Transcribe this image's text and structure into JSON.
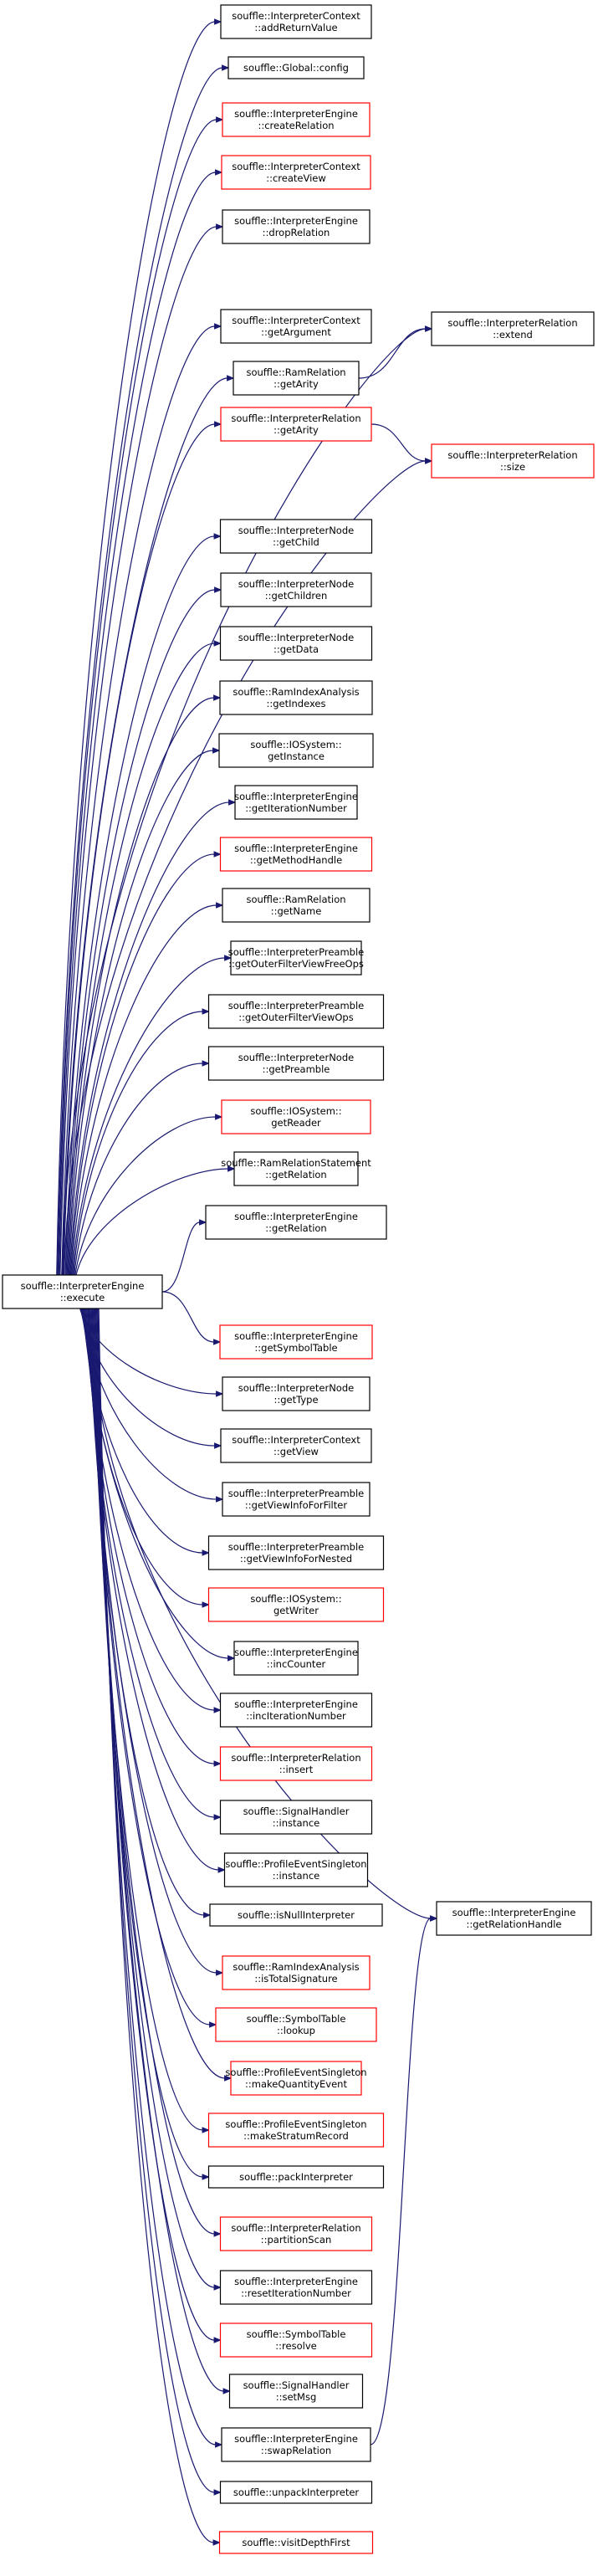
{
  "colors": {
    "edge": "#191970",
    "normal_border": "#000000",
    "red_border": "#ff0000",
    "root_fill": "#bfbfbf"
  },
  "nodes": [
    {
      "id": "root",
      "lines": [
        "souffle::InterpreterEngine",
        "::execute"
      ],
      "style": "root"
    },
    {
      "id": "n1",
      "lines": [
        "souffle::InterpreterContext",
        "::addReturnValue"
      ],
      "style": "normal"
    },
    {
      "id": "n2",
      "lines": [
        "souffle::Global::config"
      ],
      "style": "normal"
    },
    {
      "id": "n3",
      "lines": [
        "souffle::InterpreterEngine",
        "::createRelation"
      ],
      "style": "red"
    },
    {
      "id": "n4",
      "lines": [
        "souffle::InterpreterContext",
        "::createView"
      ],
      "style": "red"
    },
    {
      "id": "n5",
      "lines": [
        "souffle::InterpreterEngine",
        "::dropRelation"
      ],
      "style": "normal"
    },
    {
      "id": "n6",
      "lines": [
        "souffle::InterpreterContext",
        "::getArgument"
      ],
      "style": "normal"
    },
    {
      "id": "n7",
      "lines": [
        "souffle::RamRelation",
        "::getArity"
      ],
      "style": "normal"
    },
    {
      "id": "n8",
      "lines": [
        "souffle::InterpreterRelation",
        "::getArity"
      ],
      "style": "red"
    },
    {
      "id": "n9",
      "lines": [
        "souffle::InterpreterNode",
        "::getChild"
      ],
      "style": "normal"
    },
    {
      "id": "n10",
      "lines": [
        "souffle::InterpreterNode",
        "::getChildren"
      ],
      "style": "normal"
    },
    {
      "id": "n11",
      "lines": [
        "souffle::InterpreterNode",
        "::getData"
      ],
      "style": "normal"
    },
    {
      "id": "n12",
      "lines": [
        "souffle::RamIndexAnalysis",
        "::getIndexes"
      ],
      "style": "normal"
    },
    {
      "id": "n13",
      "lines": [
        "souffle::IOSystem::",
        "getInstance"
      ],
      "style": "normal"
    },
    {
      "id": "n14",
      "lines": [
        "souffle::InterpreterEngine",
        "::getIterationNumber"
      ],
      "style": "normal"
    },
    {
      "id": "n15",
      "lines": [
        "souffle::InterpreterEngine",
        "::getMethodHandle"
      ],
      "style": "red"
    },
    {
      "id": "n16",
      "lines": [
        "souffle::RamRelation",
        "::getName"
      ],
      "style": "normal"
    },
    {
      "id": "n17",
      "lines": [
        "souffle::InterpreterPreamble",
        "::getOuterFilterViewFreeOps"
      ],
      "style": "normal"
    },
    {
      "id": "n18",
      "lines": [
        "souffle::InterpreterPreamble",
        "::getOuterFilterViewOps"
      ],
      "style": "normal"
    },
    {
      "id": "n19",
      "lines": [
        "souffle::InterpreterNode",
        "::getPreamble"
      ],
      "style": "normal"
    },
    {
      "id": "n20",
      "lines": [
        "souffle::IOSystem::",
        "getReader"
      ],
      "style": "red"
    },
    {
      "id": "n21",
      "lines": [
        "souffle::RamRelationStatement",
        "::getRelation"
      ],
      "style": "normal"
    },
    {
      "id": "n22",
      "lines": [
        "souffle::InterpreterEngine",
        "::getRelation"
      ],
      "style": "normal"
    },
    {
      "id": "n23",
      "lines": [
        "souffle::InterpreterEngine",
        "::getSymbolTable"
      ],
      "style": "red"
    },
    {
      "id": "n24",
      "lines": [
        "souffle::InterpreterNode",
        "::getType"
      ],
      "style": "normal"
    },
    {
      "id": "n25",
      "lines": [
        "souffle::InterpreterContext",
        "::getView"
      ],
      "style": "normal"
    },
    {
      "id": "n26",
      "lines": [
        "souffle::InterpreterPreamble",
        "::getViewInfoForFilter"
      ],
      "style": "normal"
    },
    {
      "id": "n27",
      "lines": [
        "souffle::InterpreterPreamble",
        "::getViewInfoForNested"
      ],
      "style": "normal"
    },
    {
      "id": "n28",
      "lines": [
        "souffle::IOSystem::",
        "getWriter"
      ],
      "style": "red"
    },
    {
      "id": "n29",
      "lines": [
        "souffle::InterpreterEngine",
        "::incCounter"
      ],
      "style": "normal"
    },
    {
      "id": "n30",
      "lines": [
        "souffle::InterpreterEngine",
        "::incIterationNumber"
      ],
      "style": "normal"
    },
    {
      "id": "n31",
      "lines": [
        "souffle::InterpreterRelation",
        "::insert"
      ],
      "style": "red"
    },
    {
      "id": "n32",
      "lines": [
        "souffle::SignalHandler",
        "::instance"
      ],
      "style": "normal"
    },
    {
      "id": "n33",
      "lines": [
        "souffle::ProfileEventSingleton",
        "::instance"
      ],
      "style": "normal"
    },
    {
      "id": "n34",
      "lines": [
        "souffle::isNullInterpreter"
      ],
      "style": "normal"
    },
    {
      "id": "n35",
      "lines": [
        "souffle::RamIndexAnalysis",
        "::isTotalSignature"
      ],
      "style": "red"
    },
    {
      "id": "n36",
      "lines": [
        "souffle::SymbolTable",
        "::lookup"
      ],
      "style": "red"
    },
    {
      "id": "n37",
      "lines": [
        "souffle::ProfileEventSingleton",
        "::makeQuantityEvent"
      ],
      "style": "red"
    },
    {
      "id": "n38",
      "lines": [
        "souffle::ProfileEventSingleton",
        "::makeStratumRecord"
      ],
      "style": "red"
    },
    {
      "id": "n39",
      "lines": [
        "souffle::packInterpreter"
      ],
      "style": "normal"
    },
    {
      "id": "n40",
      "lines": [
        "souffle::InterpreterRelation",
        "::partitionScan"
      ],
      "style": "red"
    },
    {
      "id": "n41",
      "lines": [
        "souffle::InterpreterEngine",
        "::resetIterationNumber"
      ],
      "style": "normal"
    },
    {
      "id": "n42",
      "lines": [
        "souffle::SymbolTable",
        "::resolve"
      ],
      "style": "red"
    },
    {
      "id": "n43",
      "lines": [
        "souffle::SignalHandler",
        "::setMsg"
      ],
      "style": "normal"
    },
    {
      "id": "n44",
      "lines": [
        "souffle::InterpreterEngine",
        "::swapRelation"
      ],
      "style": "normal"
    },
    {
      "id": "n45",
      "lines": [
        "souffle::unpackInterpreter"
      ],
      "style": "normal"
    },
    {
      "id": "n46",
      "lines": [
        "souffle::visitDepthFirst"
      ],
      "style": "red"
    },
    {
      "id": "extend",
      "lines": [
        "souffle::InterpreterRelation",
        "::extend"
      ],
      "style": "normal"
    },
    {
      "id": "size",
      "lines": [
        "souffle::InterpreterRelation",
        "::size"
      ],
      "style": "red"
    },
    {
      "id": "grh",
      "lines": [
        "souffle::InterpreterEngine",
        "::getRelationHandle"
      ],
      "style": "normal"
    }
  ],
  "edges": [
    [
      "root",
      "n1"
    ],
    [
      "root",
      "n2"
    ],
    [
      "root",
      "n3"
    ],
    [
      "root",
      "n4"
    ],
    [
      "root",
      "n5"
    ],
    [
      "root",
      "extend"
    ],
    [
      "root",
      "n6"
    ],
    [
      "root",
      "n7"
    ],
    [
      "root",
      "n8"
    ],
    [
      "root",
      "size"
    ],
    [
      "root",
      "n9"
    ],
    [
      "root",
      "n10"
    ],
    [
      "root",
      "n11"
    ],
    [
      "root",
      "n12"
    ],
    [
      "root",
      "n13"
    ],
    [
      "root",
      "n14"
    ],
    [
      "root",
      "n15"
    ],
    [
      "root",
      "n16"
    ],
    [
      "root",
      "n17"
    ],
    [
      "root",
      "n18"
    ],
    [
      "root",
      "n19"
    ],
    [
      "root",
      "n20"
    ],
    [
      "root",
      "n21"
    ],
    [
      "root",
      "n22"
    ],
    [
      "root",
      "grh"
    ],
    [
      "root",
      "n23"
    ],
    [
      "root",
      "n24"
    ],
    [
      "root",
      "n25"
    ],
    [
      "root",
      "n26"
    ],
    [
      "root",
      "n27"
    ],
    [
      "root",
      "n28"
    ],
    [
      "root",
      "n29"
    ],
    [
      "root",
      "n30"
    ],
    [
      "root",
      "n31"
    ],
    [
      "root",
      "n32"
    ],
    [
      "root",
      "n33"
    ],
    [
      "root",
      "n34"
    ],
    [
      "root",
      "n35"
    ],
    [
      "root",
      "n36"
    ],
    [
      "root",
      "n37"
    ],
    [
      "root",
      "n38"
    ],
    [
      "root",
      "n39"
    ],
    [
      "root",
      "n40"
    ],
    [
      "root",
      "n41"
    ],
    [
      "root",
      "n42"
    ],
    [
      "root",
      "n43"
    ],
    [
      "root",
      "n44"
    ],
    [
      "root",
      "n45"
    ],
    [
      "root",
      "n46"
    ],
    [
      "n7",
      "extend"
    ],
    [
      "n8",
      "size"
    ],
    [
      "n44",
      "grh"
    ]
  ]
}
